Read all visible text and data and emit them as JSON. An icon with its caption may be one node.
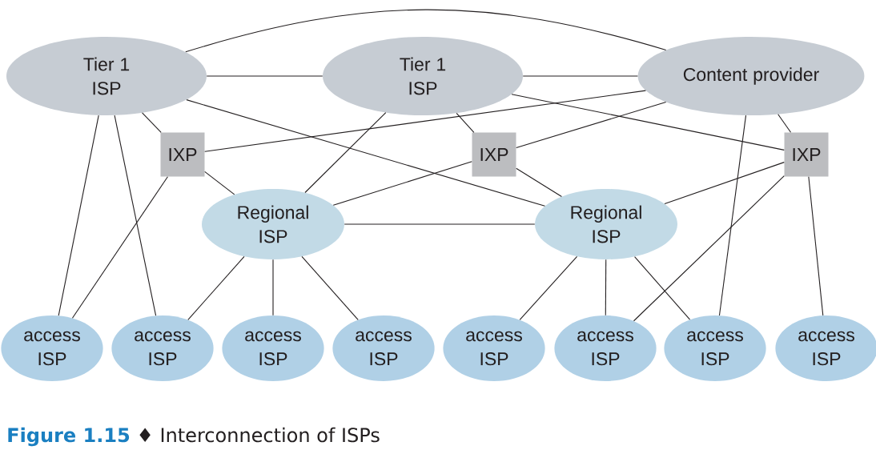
{
  "diagram": {
    "caption": "**Figure 1.15** ♦ Interconnection of ISPs",
    "nodes": [
      {
        "text": [
          "Tier 1 ISP"
        ]
      },
      {
        "text": [
          "Tier 1 ISP"
        ]
      },
      {
        "text": [
          "Content provider"
        ]
      },
      {
        "text": [
          "IXP"
        ]
      },
      {
        "text": [
          "IXP"
        ]
      },
      {
        "text": [
          "IXP"
        ]
      },
      {
        "text": [
          "Regional ISP"
        ]
      },
      {
        "text": [
          "Regional ISP"
        ]
      },
      {
        "text": [
          "access ISP"
        ]
      },
      {
        "text": [
          "access ISP"
        ]
      },
      {
        "text": [
          "access ISP"
        ]
      },
      {
        "text": [
          "access ISP"
        ]
      },
      {
        "text": [
          "access ISP"
        ]
      },
      {
        "text": [
          "access ISP"
        ]
      },
      {
        "text": [
          "access ISP"
        ]
      },
      {
        "text": [
          "access ISP"
        ]
      }
    ],
    "edges": [
      {
        "from": 0,
        "to": 1,
        "arrow": "none"
      },
      {
        "from": 0,
        "to": 2,
        "arrow": "none"
      },
      {
        "from": 1,
        "to": 2,
        "arrow": "none"
      },
      {
        "from": 0,
        "to": 3,
        "arrow": "none"
      },
      {
        "from": 0,
        "to": 7,
        "arrow": "none"
      },
      {
        "from": 0,
        "to": 8,
        "arrow": "none"
      },
      {
        "from": 0,
        "to": 9,
        "arrow": "none"
      },
      {
        "from": 3,
        "to": 2,
        "arrow": "none"
      },
      {
        "from": 3,
        "to": 6,
        "arrow": "none"
      },
      {
        "from": 3,
        "to": 8,
        "arrow": "none"
      },
      {
        "from": 1,
        "to": 6,
        "arrow": "none"
      },
      {
        "from": 1,
        "to": 4,
        "arrow": "none"
      },
      {
        "from": 1,
        "to": 5,
        "arrow": "none"
      },
      {
        "from": 4,
        "to": 2,
        "arrow": "none"
      },
      {
        "from": 4,
        "to": 6,
        "arrow": "none"
      },
      {
        "from": 4,
        "to": 7,
        "arrow": "none"
      },
      {
        "from": 2,
        "to": 5,
        "arrow": "none"
      },
      {
        "from": 2,
        "to": 14,
        "arrow": "none"
      },
      {
        "from": 5,
        "to": 7,
        "arrow": "none"
      },
      {
        "from": 5,
        "to": 13,
        "arrow": "none"
      },
      {
        "from": 5,
        "to": 15,
        "arrow": "none"
      },
      {
        "from": 6,
        "to": 7,
        "arrow": "none"
      },
      {
        "from": 6,
        "to": 9,
        "arrow": "none"
      },
      {
        "from": 6,
        "to": 10,
        "arrow": "none"
      },
      {
        "from": 6,
        "to": 11,
        "arrow": "none"
      },
      {
        "from": 7,
        "to": 12,
        "arrow": "none"
      },
      {
        "from": 7,
        "to": 13,
        "arrow": "none"
      },
      {
        "from": 7,
        "to": 14,
        "arrow": "none"
      }
    ]
  }
}
